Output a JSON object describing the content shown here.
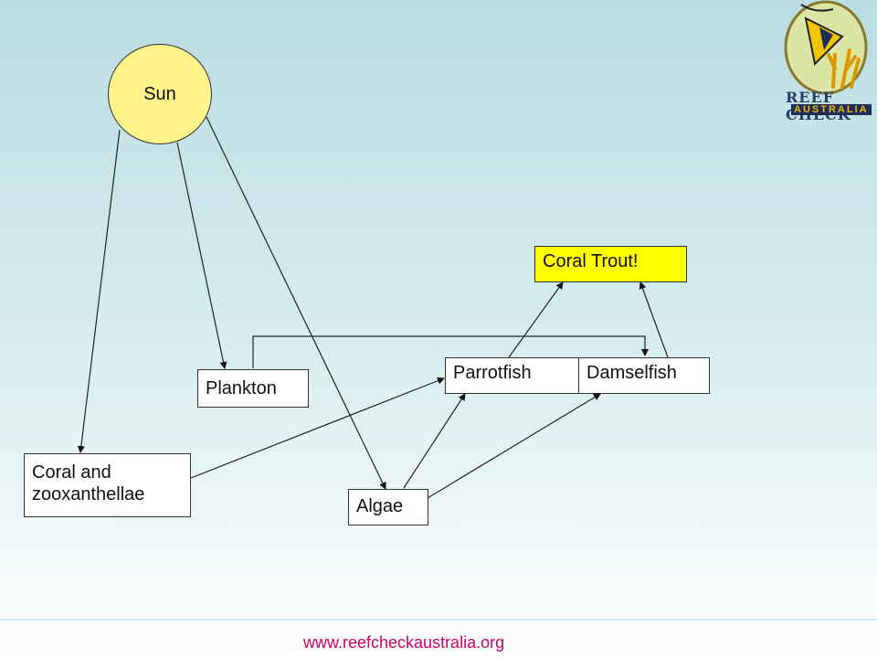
{
  "nodes": {
    "sun": "Sun",
    "coral_trout": "Coral Trout!",
    "parrotfish": "Parrotfish",
    "damselfish": "Damselfish",
    "plankton": "Plankton",
    "coral_line1": "Coral and",
    "coral_line2": "zooxanthellae",
    "algae": "Algae"
  },
  "colors": {
    "sun_fill": "#fff38a",
    "coral_trout_fill": "#ffff00",
    "footer": "#cc0066"
  },
  "logo": {
    "name": "REEF CHECK",
    "sub": "AUSTRALIA",
    "icon": "fish-coral-logo-icon"
  },
  "footer": {
    "url": "www.reefcheckaustralia.org"
  }
}
